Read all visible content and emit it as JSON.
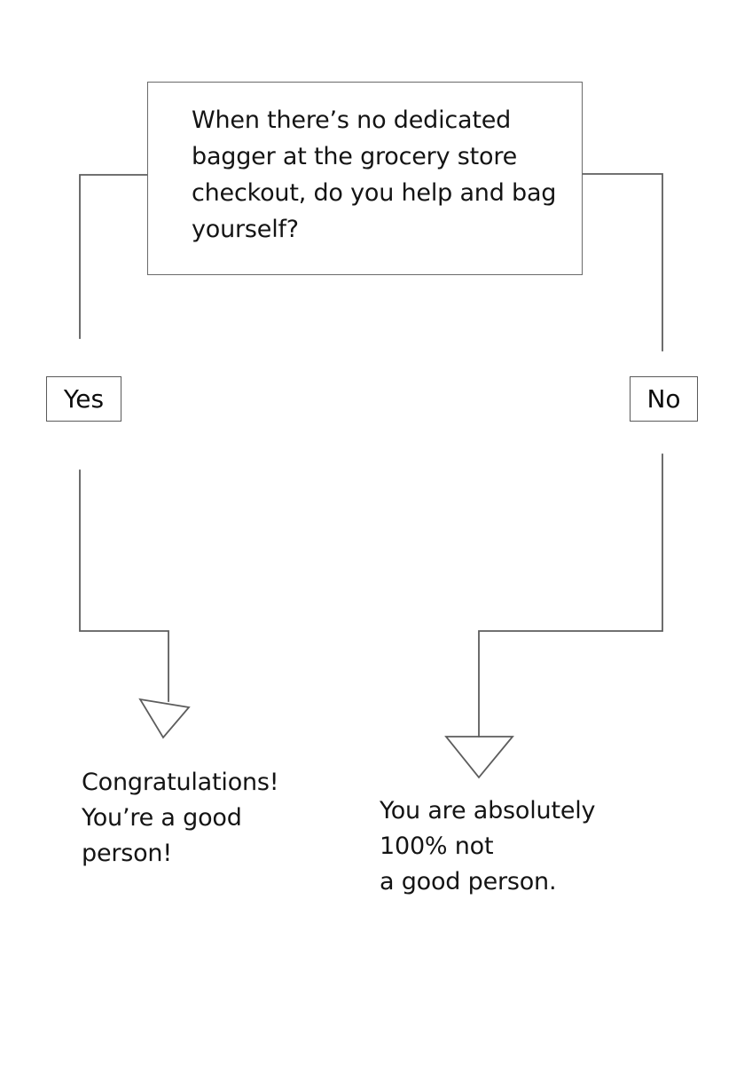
{
  "chart_data": {
    "type": "diagram",
    "title": "",
    "nodes": [
      {
        "id": "question",
        "shape": "rectangle",
        "text": "When there’s no dedicated bagger at the grocery store checkout, do you help and bag yourself?"
      },
      {
        "id": "yes-label",
        "shape": "rectangle",
        "text": "Yes"
      },
      {
        "id": "no-label",
        "shape": "rectangle",
        "text": "No"
      },
      {
        "id": "outcome-yes",
        "shape": "text",
        "text": "Congratulations!\nYou’re a good\nperson!"
      },
      {
        "id": "outcome-no",
        "shape": "text",
        "text": "You are absolutely\n100% not\na good person."
      }
    ],
    "edges": [
      {
        "from": "question",
        "to": "yes-label",
        "style": "elbow",
        "arrow": false
      },
      {
        "from": "question",
        "to": "no-label",
        "style": "elbow",
        "arrow": false
      },
      {
        "from": "yes-label",
        "to": "outcome-yes",
        "style": "elbow",
        "arrow": true,
        "arrowhead": "open-triangle"
      },
      {
        "from": "no-label",
        "to": "outcome-no",
        "style": "elbow",
        "arrow": true,
        "arrowhead": "open-triangle"
      }
    ]
  },
  "flowchart": {
    "question": {
      "text": "When there’s no dedicated bagger at the grocery store checkout, do you help and bag yourself?"
    },
    "branches": {
      "yes_label": "Yes",
      "no_label": "No"
    },
    "outcomes": {
      "yes_text": "Congratulations!\nYou’re a good\nperson!",
      "no_text": "You are absolutely\n100% not\na good person."
    }
  },
  "colors": {
    "background": "#ffffff",
    "stroke": "#5d5d5d",
    "text": "#141414"
  }
}
